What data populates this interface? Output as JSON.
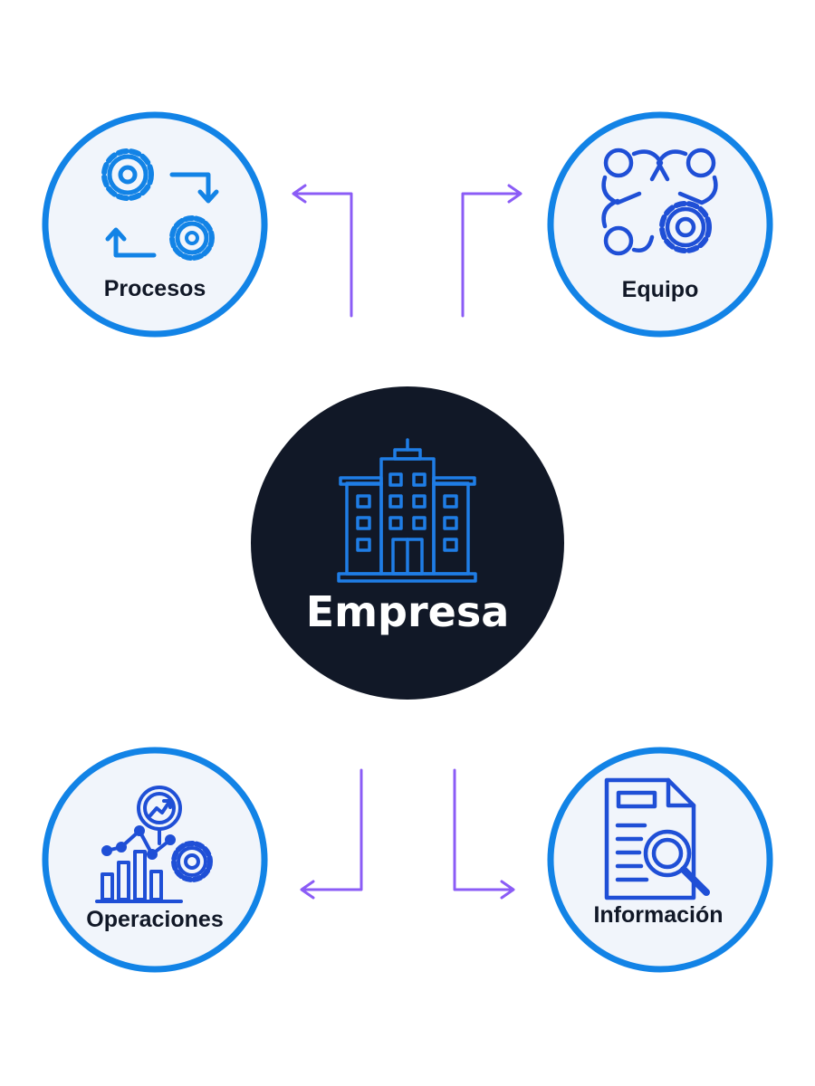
{
  "diagram": {
    "center": {
      "label": "Empresa",
      "icon": "office-building-icon",
      "fill_color": "#111827",
      "icon_color": "#1f7de6"
    },
    "nodes": [
      {
        "key": "procesos",
        "label": "Procesos",
        "icon": "gears-cycle-icon"
      },
      {
        "key": "equipo",
        "label": "Equipo",
        "icon": "team-collaboration-icon"
      },
      {
        "key": "operaciones",
        "label": "Operaciones",
        "icon": "analytics-gear-icon"
      },
      {
        "key": "informacion",
        "label": "Información",
        "icon": "document-search-icon"
      }
    ],
    "colors": {
      "node_border": "#1283e6",
      "node_fill": "#f1f5fb",
      "icon_blue": "#1283e6",
      "icon_dark_blue": "#1f4fd6",
      "arrow": "#8b5cf6"
    }
  }
}
